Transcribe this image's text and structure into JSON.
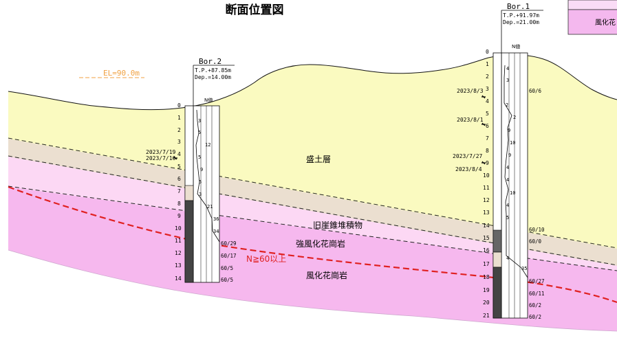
{
  "title": "断面位置図",
  "legend_partial": {
    "label": "風化花",
    "color": "#f4b8ee"
  },
  "elevation_ref": {
    "label": "EL=90.0m",
    "color": "#f0a040"
  },
  "layers": [
    {
      "name": "盛土層",
      "color": "#fafac0"
    },
    {
      "name": "旧崖錐堆積物",
      "color": "#ebdfd0"
    },
    {
      "name": "強風化花崗岩",
      "color": "#fcd8f4"
    },
    {
      "name": "風化花崗岩",
      "color": "#f6b8ee"
    }
  ],
  "threshold_line": {
    "label": "N≧60以上",
    "color": "#e02020"
  },
  "boreholes": [
    {
      "name": "Bor.2",
      "tp": "T.P.+87.85m",
      "dep": "Dep.=14.00m",
      "n_header": "N値",
      "depth_ticks": [
        "0",
        "1",
        "2",
        "3",
        "4",
        "5",
        "6",
        "7",
        "8",
        "9",
        "10",
        "11",
        "12",
        "13",
        "14"
      ],
      "water_levels": [
        "2023/7/19",
        "2023/7/16"
      ],
      "n_values": [
        "3",
        "5",
        "12",
        "5",
        "9",
        "5",
        "3",
        "21",
        "36",
        "34"
      ],
      "n_refusal": [
        "60/29",
        "60/17",
        "60/5",
        "60/5"
      ]
    },
    {
      "name": "Bor.1",
      "tp": "T.P.+91.97m",
      "dep": "Dep.=21.00m",
      "n_header": "N値",
      "depth_ticks": [
        "0",
        "1",
        "2",
        "3",
        "4",
        "5",
        "6",
        "7",
        "8",
        "9",
        "10",
        "11",
        "12",
        "13",
        "14",
        "15",
        "16",
        "17",
        "18",
        "19",
        "20",
        "21"
      ],
      "water_levels": [
        "2023/8/3",
        "2023/8/1",
        "2023/7/27",
        "2023/8/4"
      ],
      "n_values": [
        "4",
        "3",
        "2",
        "2",
        "9",
        "10",
        "9",
        "4",
        "4",
        "10",
        "4",
        "5",
        "4",
        "35"
      ],
      "n_refusal": [
        "60/6",
        "60/10",
        "60/0",
        "60/27",
        "60/11",
        "60/2",
        "60/2"
      ]
    }
  ]
}
